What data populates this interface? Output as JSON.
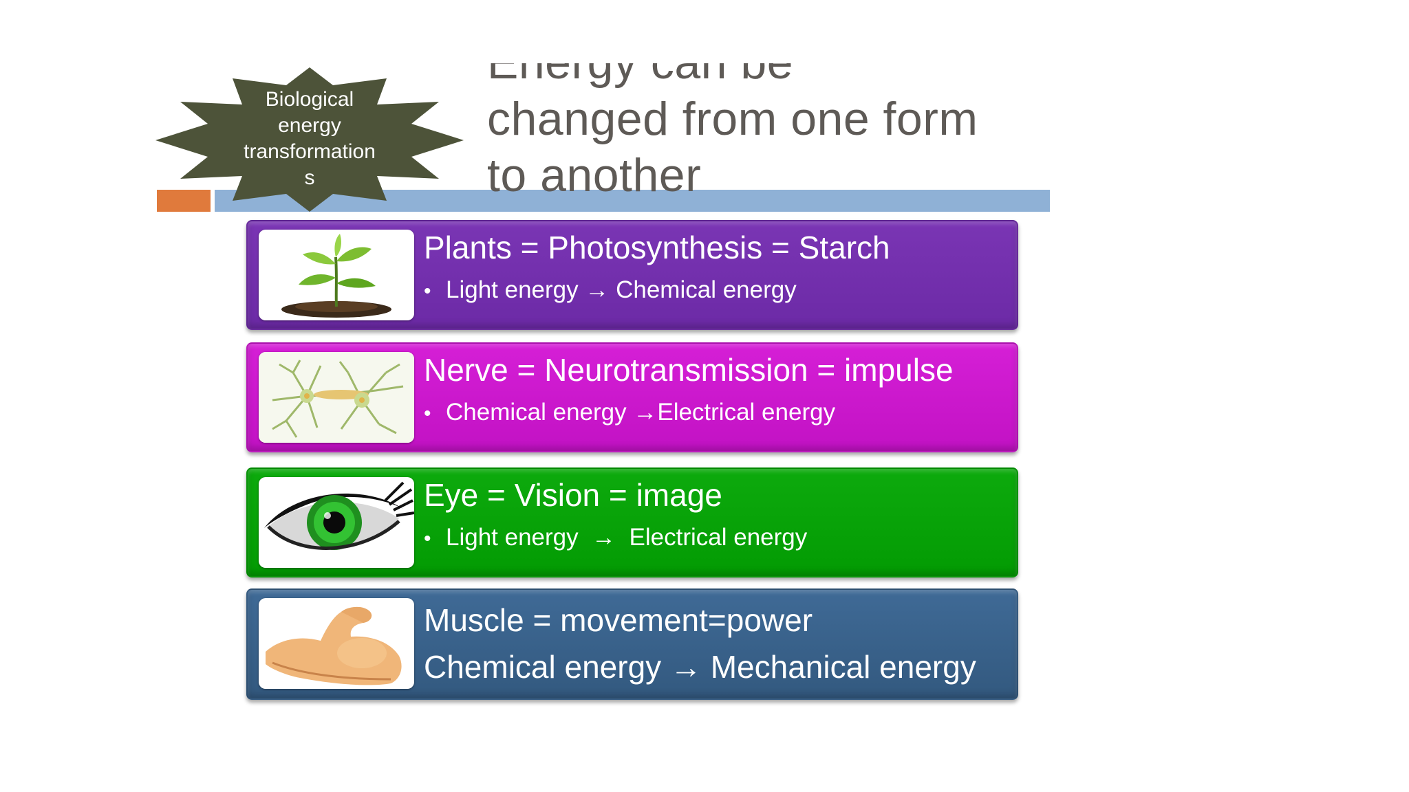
{
  "slide": {
    "title_lines": [
      "Energy can be",
      "changed from one form",
      "to another"
    ],
    "badge": {
      "label_lines": [
        "Biological",
        "energy",
        "transformation",
        "s"
      ]
    },
    "colors": {
      "title": "#5e5a56",
      "badge_fill": "#4d5339",
      "accent_orange": "#e07a3c",
      "accent_blue": "#8fb1d6",
      "card_plants": "#7030a0",
      "card_nerve": "#cc18cc",
      "card_eye": "#07a207",
      "card_muscle": "#3a6289"
    },
    "cards": [
      {
        "icon": "plant-icon",
        "heading": "Plants = Photosynthesis = Starch",
        "bullet": "Light energy → Chemical energy"
      },
      {
        "icon": "neuron-icon",
        "heading": "Nerve = Neurotransmission = impulse",
        "bullet": "Chemical energy →Electrical energy"
      },
      {
        "icon": "eye-icon",
        "heading": "Eye = Vision = image",
        "bullet": "Light energy  →  Electrical energy"
      },
      {
        "icon": "muscle-arm-icon",
        "heading": "Muscle = movement=power",
        "line2": "Chemical energy → Mechanical energy"
      }
    ]
  }
}
